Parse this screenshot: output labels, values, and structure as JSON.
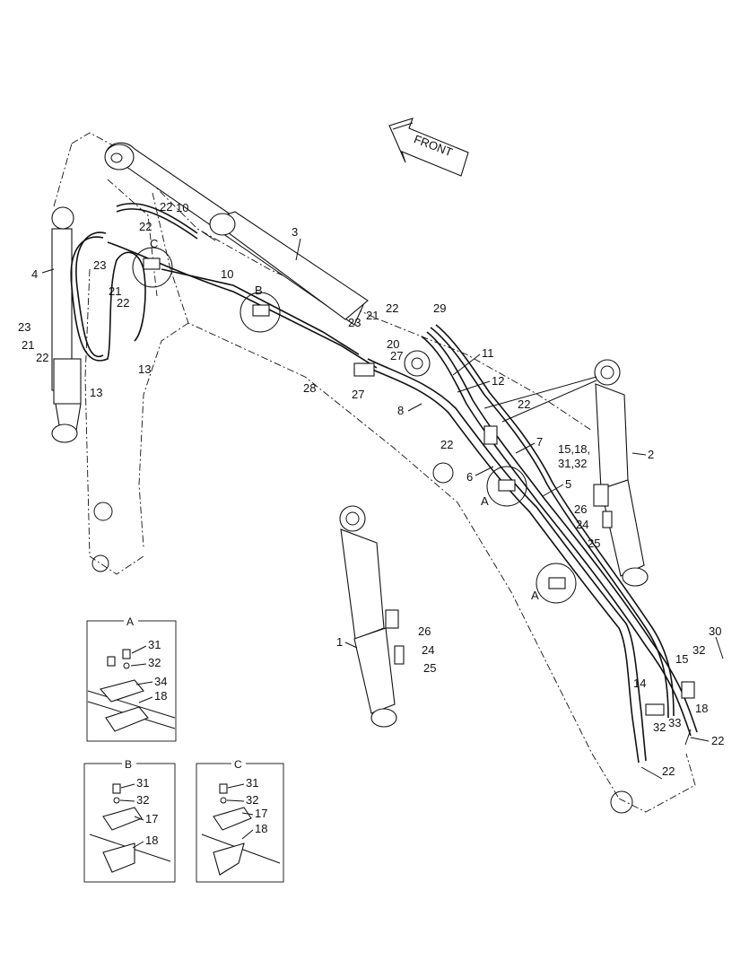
{
  "arrow": {
    "text": "FRONT"
  },
  "callouts": [
    {
      "text": "1"
    },
    {
      "text": "2"
    },
    {
      "text": "3"
    },
    {
      "text": "4"
    },
    {
      "text": "5"
    },
    {
      "text": "6"
    },
    {
      "text": "7"
    },
    {
      "text": "8"
    },
    {
      "text": "10"
    },
    {
      "text": "10"
    },
    {
      "text": "11"
    },
    {
      "text": "12"
    },
    {
      "text": "13"
    },
    {
      "text": "13"
    },
    {
      "text": "14"
    },
    {
      "text": "15,18,"
    },
    {
      "text": "31,32"
    },
    {
      "text": "15"
    },
    {
      "text": "18"
    },
    {
      "text": "20"
    },
    {
      "text": "21"
    },
    {
      "text": "21"
    },
    {
      "text": "21"
    },
    {
      "text": "22"
    },
    {
      "text": "22"
    },
    {
      "text": "22"
    },
    {
      "text": "22"
    },
    {
      "text": "22"
    },
    {
      "text": "22"
    },
    {
      "text": "22"
    },
    {
      "text": "22"
    },
    {
      "text": "22"
    },
    {
      "text": "23"
    },
    {
      "text": "23"
    },
    {
      "text": "23"
    },
    {
      "text": "24"
    },
    {
      "text": "24"
    },
    {
      "text": "25"
    },
    {
      "text": "25"
    },
    {
      "text": "26"
    },
    {
      "text": "26"
    },
    {
      "text": "27"
    },
    {
      "text": "27"
    },
    {
      "text": "28"
    },
    {
      "text": "29"
    },
    {
      "text": "30"
    },
    {
      "text": "32"
    },
    {
      "text": "32"
    },
    {
      "text": "33"
    },
    {
      "text": "A"
    },
    {
      "text": "A"
    },
    {
      "text": "B"
    },
    {
      "text": "C"
    }
  ],
  "details": [
    {
      "title": "A",
      "labels": [
        "31",
        "32",
        "34",
        "18"
      ]
    },
    {
      "title": "B",
      "labels": [
        "31",
        "32",
        "17",
        "18"
      ]
    },
    {
      "title": "C",
      "labels": [
        "31",
        "32",
        "17",
        "18"
      ]
    }
  ]
}
